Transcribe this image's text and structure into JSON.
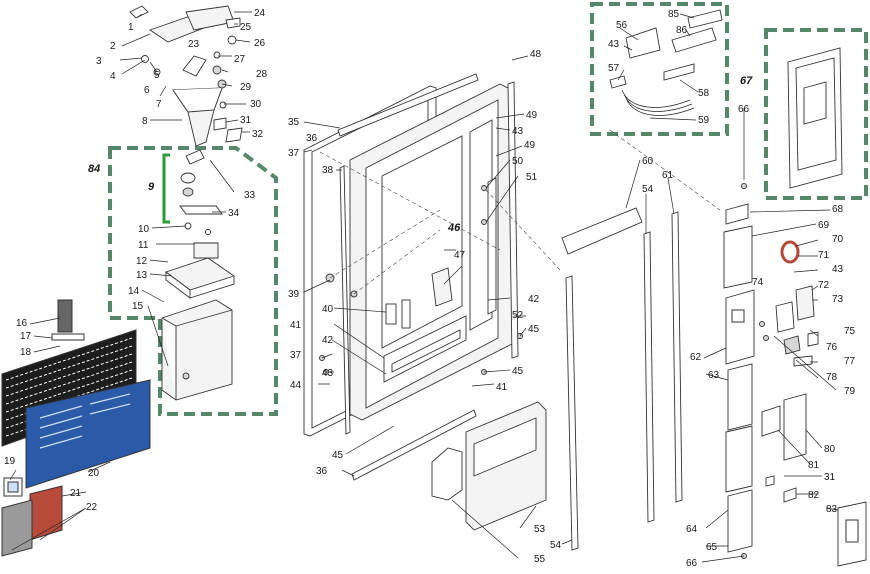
{
  "callouts": {
    "c1": "1",
    "c2": "2",
    "c3": "3",
    "c4": "4",
    "c5": "5",
    "c6": "6",
    "c7": "7",
    "c8": "8",
    "c9": "9",
    "c10": "10",
    "c11": "11",
    "c12": "12",
    "c13": "13",
    "c14": "14",
    "c15": "15",
    "c16": "16",
    "c17": "17",
    "c18": "18",
    "c19": "19",
    "c20": "20",
    "c21": "21",
    "c22": "22",
    "c23": "23",
    "c24": "24",
    "c25": "25",
    "c26": "26",
    "c27": "27",
    "c28": "28",
    "c29": "29",
    "c30": "30",
    "c31": "31",
    "c32": "32",
    "c33": "33",
    "c34": "34",
    "c35": "35",
    "c36": "36",
    "c37": "37",
    "c38": "38",
    "c39": "39",
    "c40": "40",
    "c41": "41",
    "c42": "42",
    "c43": "43",
    "c44": "44",
    "c45": "45",
    "c46": "46",
    "c47": "47",
    "c48": "48",
    "c49": "49",
    "c50": "50",
    "c51": "51",
    "c52": "52",
    "c53": "53",
    "c54": "54",
    "c55": "55",
    "c56": "56",
    "c57": "57",
    "c58": "58",
    "c59": "59",
    "c60": "60",
    "c61": "61",
    "c62": "62",
    "c63": "63",
    "c64": "64",
    "c65": "65",
    "c66": "66",
    "c67": "67",
    "c68": "68",
    "c69": "69",
    "c70": "70",
    "c71": "71",
    "c72": "72",
    "c73": "73",
    "c74": "74",
    "c75": "75",
    "c76": "76",
    "c77": "77",
    "c78": "78",
    "c79": "79",
    "c80": "80",
    "c81": "81",
    "c82": "82",
    "c83": "83",
    "c84": "84",
    "c85": "85",
    "c86": "86"
  },
  "colors": {
    "assembly_outline": "#55876a",
    "group_bracket": "#2f9a3a",
    "panel_blue": "#2a5aa8",
    "grille_red": "#b84a3a"
  }
}
